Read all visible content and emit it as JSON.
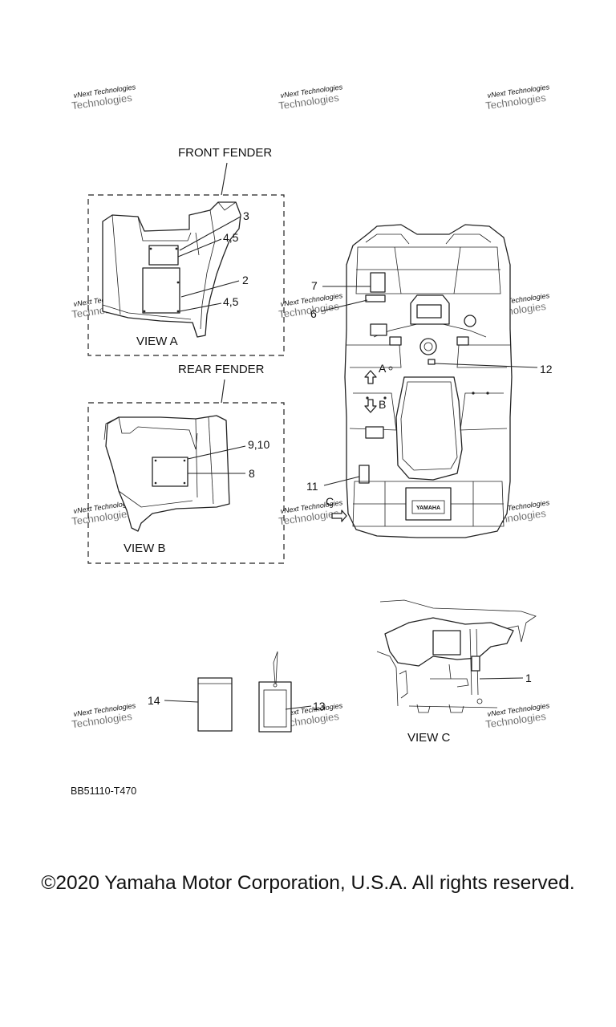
{
  "watermark": {
    "line1": "vNext Technologies",
    "line2": "Technologies"
  },
  "views": {
    "front_fender_title": "FRONT FENDER",
    "rear_fender_title": "REAR FENDER",
    "view_a": "VIEW A",
    "view_b": "VIEW B",
    "view_c": "VIEW C"
  },
  "arrows": {
    "a": "A",
    "b": "B",
    "c": "C"
  },
  "callouts": {
    "c1": "1",
    "c2": "2",
    "c3": "3",
    "c4_5_top": "4,5",
    "c4_5_bottom": "4,5",
    "c6": "6",
    "c7": "7",
    "c8": "8",
    "c9_10": "9,10",
    "c11": "11",
    "c12": "12",
    "c13": "13",
    "c14": "14"
  },
  "brand_plate": "YAMAHA",
  "part_code": "BB51110-T470",
  "copyright": "©2020 Yamaha Motor Corporation, U.S.A. All rights reserved."
}
